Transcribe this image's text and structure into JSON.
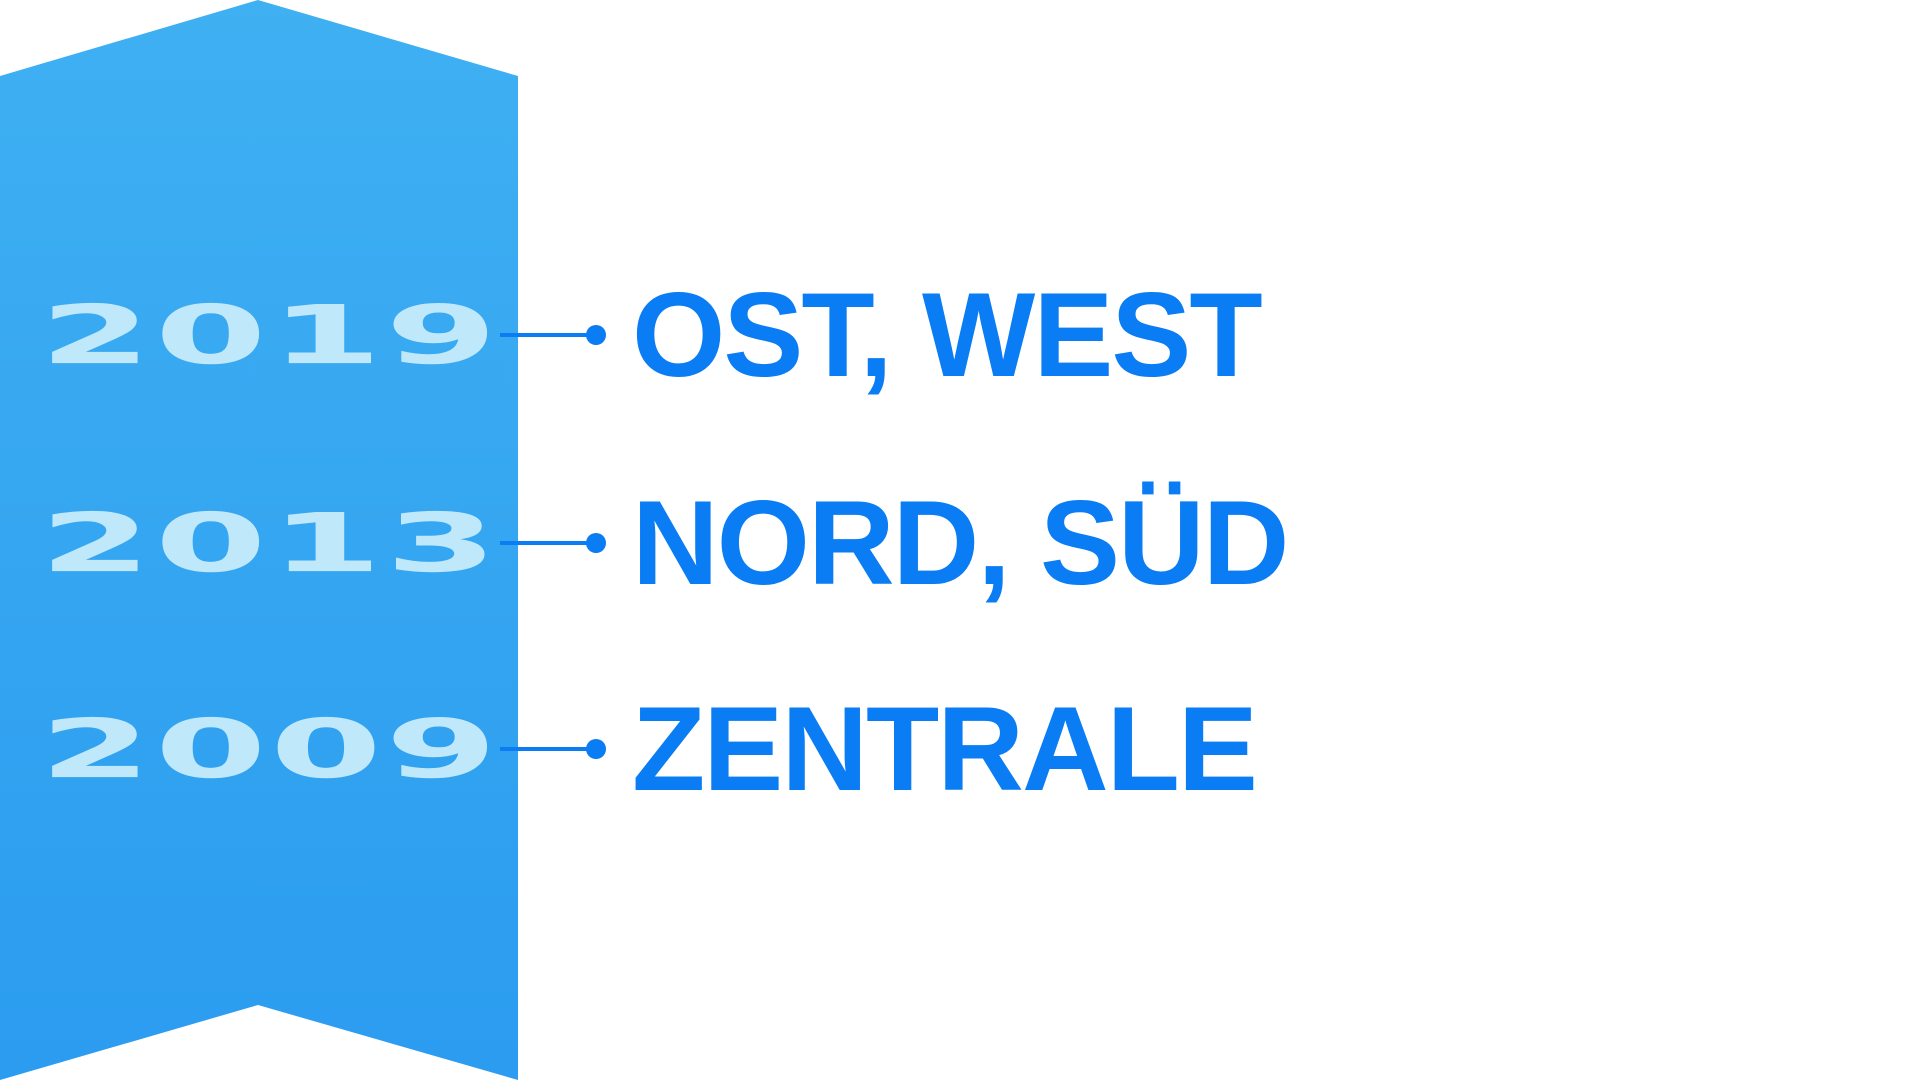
{
  "colors": {
    "banner_top": "#3fb0f2",
    "banner_bottom": "#2b9cf0",
    "accent": "#0a7cf4",
    "year_text": "#bfe8fb"
  },
  "timeline": [
    {
      "year": "2019",
      "label": "OST, WEST"
    },
    {
      "year": "2013",
      "label": "NORD, SÜD"
    },
    {
      "year": "2009",
      "label": "ZENTRALE"
    }
  ]
}
